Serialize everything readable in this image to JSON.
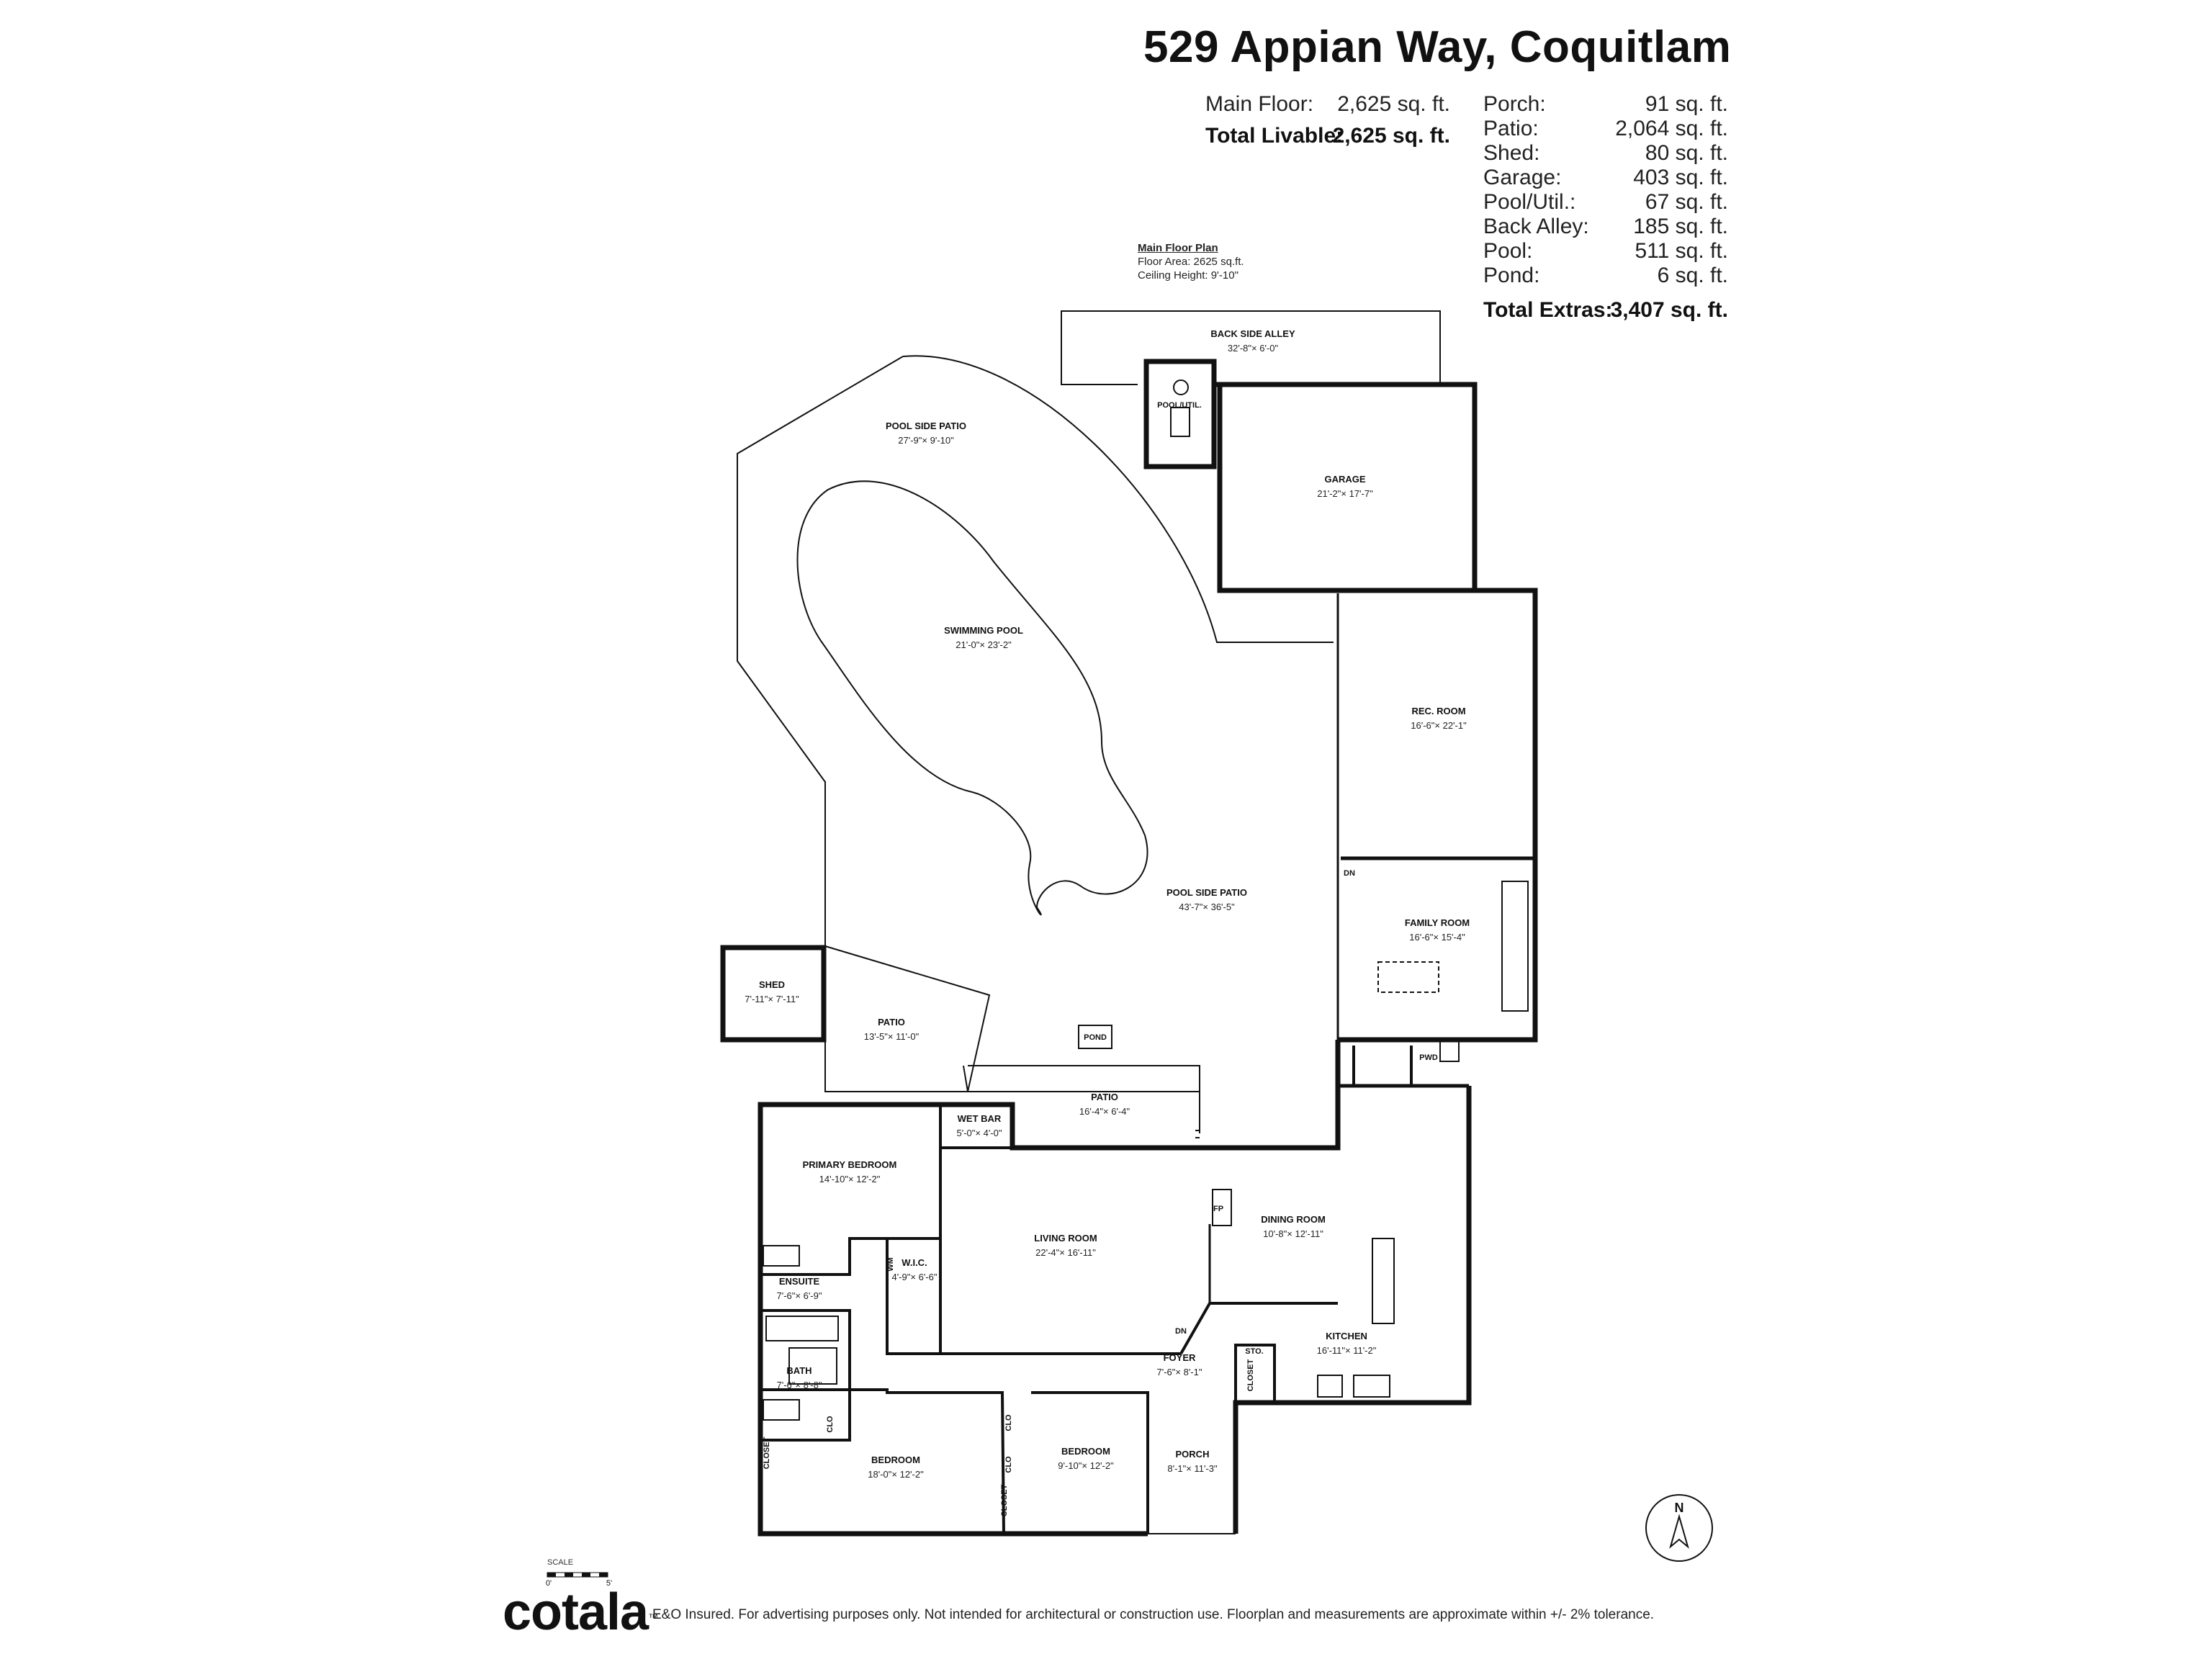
{
  "header": {
    "title": "529 Appian Way, Coquitlam"
  },
  "areas": {
    "main_floor": {
      "label": "Main Floor:",
      "value": "2,625 sq. ft."
    },
    "total_livable": {
      "label": "Total Livable:",
      "value": "2,625 sq. ft."
    },
    "porch": {
      "label": "Porch:",
      "value": "91 sq. ft."
    },
    "patio": {
      "label": "Patio:",
      "value": "2,064 sq. ft."
    },
    "shed": {
      "label": "Shed:",
      "value": "80 sq. ft."
    },
    "garage": {
      "label": "Garage:",
      "value": "403 sq. ft."
    },
    "pool_util": {
      "label": "Pool/Util.:",
      "value": "67 sq. ft."
    },
    "back_alley": {
      "label": "Back Alley:",
      "value": "185 sq. ft."
    },
    "pool": {
      "label": "Pool:",
      "value": "511 sq. ft."
    },
    "pond": {
      "label": "Pond:",
      "value": "6 sq. ft."
    },
    "total_extras": {
      "label": "Total Extras:",
      "value": "3,407 sq. ft."
    }
  },
  "plan_info": {
    "heading": "Main Floor Plan",
    "floor_area": "Floor Area: 2625 sq.ft.",
    "ceiling": "Ceiling Height: 9'-10\""
  },
  "rooms": {
    "back_alley": {
      "name": "BACK SIDE ALLEY",
      "dim": "32'-8\"× 6'-0\""
    },
    "pool_util": {
      "name": "POOL/UTIL."
    },
    "garage": {
      "name": "GARAGE",
      "dim": "21'-2\"× 17'-7\""
    },
    "pool_patio_top": {
      "name": "POOL SIDE PATIO",
      "dim": "27'-9\"× 9'-10\""
    },
    "swimming_pool": {
      "name": "SWIMMING POOL",
      "dim": "21'-0\"× 23'-2\""
    },
    "rec_room": {
      "name": "REC. ROOM",
      "dim": "16'-6\"× 22'-1\""
    },
    "pool_patio_main": {
      "name": "POOL SIDE PATIO",
      "dim": "43'-7\"× 36'-5\""
    },
    "family_room": {
      "name": "FAMILY ROOM",
      "dim": "16'-6\"× 15'-4\""
    },
    "shed": {
      "name": "SHED",
      "dim": "7'-11\"× 7'-11\""
    },
    "patio_left": {
      "name": "PATIO",
      "dim": "13'-5\"× 11'-0\""
    },
    "pond": {
      "name": "POND"
    },
    "pwd": {
      "name": "PWD"
    },
    "patio_mid": {
      "name": "PATIO",
      "dim": "16'-4\"× 6'-4\""
    },
    "wet_bar": {
      "name": "WET BAR",
      "dim": "5'-0\"× 4'-0\""
    },
    "primary_bedroom": {
      "name": "PRIMARY BEDROOM",
      "dim": "14'-10\"× 12'-2\""
    },
    "living_room": {
      "name": "LIVING ROOM",
      "dim": "22'-4\"× 16'-11\""
    },
    "dining_room": {
      "name": "DINING ROOM",
      "dim": "10'-8\"× 12'-11\""
    },
    "wic": {
      "name": "W.I.C.",
      "dim": "4'-9\"× 6'-6\""
    },
    "ensuite": {
      "name": "ENSUITE",
      "dim": "7'-6\"× 6'-9\""
    },
    "kitchen": {
      "name": "KITCHEN",
      "dim": "16'-11\"× 11'-2\""
    },
    "foyer": {
      "name": "FOYER",
      "dim": "7'-6\"× 8'-1\""
    },
    "bath": {
      "name": "BATH",
      "dim": "7'-6\"× 8'-8\""
    },
    "sto": {
      "name": "STO."
    },
    "bedroom_1": {
      "name": "BEDROOM",
      "dim": "18'-0\"× 12'-2\""
    },
    "bedroom_2": {
      "name": "BEDROOM",
      "dim": "9'-10\"× 12'-2\""
    },
    "porch": {
      "name": "PORCH",
      "dim": "8'-1\"× 11'-3\""
    }
  },
  "labels": {
    "dn": "DN",
    "fp": "FP",
    "closet": "CLOSET",
    "clo": "CLO",
    "wm": "WM",
    "north": "N",
    "scale": "SCALE",
    "scale_start": "0'",
    "scale_end": "5'"
  },
  "footer": {
    "logo": "cotala",
    "disclaimer": "E&O Insured. For advertising purposes only. Not intended for architectural or construction use. Floorplan and measurements are approximate within +/- 2% tolerance."
  }
}
